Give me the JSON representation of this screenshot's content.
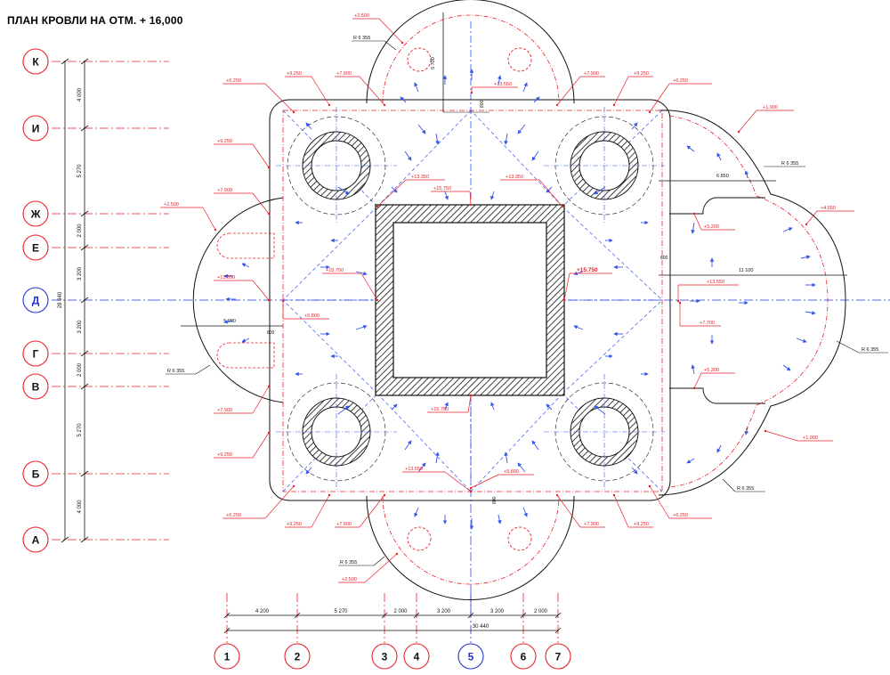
{
  "title": "ПЛАН КРОВЛИ НА ОТМ. + 16,000",
  "colors": {
    "axis_red": "#e8202a",
    "axis_blue": "#2233cc",
    "drain_blue": "#3355ee",
    "line": "#111111"
  },
  "row_axes": [
    {
      "label": "К",
      "highlight": false
    },
    {
      "label": "И",
      "highlight": false
    },
    {
      "label": "Ж",
      "highlight": false
    },
    {
      "label": "Е",
      "highlight": false
    },
    {
      "label": "Д",
      "highlight": true
    },
    {
      "label": "Г",
      "highlight": false
    },
    {
      "label": "В",
      "highlight": false
    },
    {
      "label": "Б",
      "highlight": false
    },
    {
      "label": "А",
      "highlight": false
    }
  ],
  "row_dims": [
    "4 000",
    "5 270",
    "2 000",
    "3 200",
    "3 200",
    "2 000",
    "5 270",
    "4 000"
  ],
  "row_total": "28 940",
  "col_axes": [
    {
      "label": "1",
      "highlight": false
    },
    {
      "label": "2",
      "highlight": false
    },
    {
      "label": "3",
      "highlight": false
    },
    {
      "label": "4",
      "highlight": false
    },
    {
      "label": "5",
      "highlight": true
    },
    {
      "label": "6",
      "highlight": false
    },
    {
      "label": "7",
      "highlight": false
    }
  ],
  "col_dims": [
    "4 200",
    "5 270",
    "2 000",
    "3 200",
    "3 200",
    "2 000"
  ],
  "col_total": "30 440",
  "dims": {
    "top_5700": "5 700",
    "top_800": "800",
    "right_6850": "6 850",
    "right_11100": "11 100",
    "right_800": "800",
    "left_5900": "5 900",
    "left_800": "800",
    "bottom_800": "800"
  },
  "radii": {
    "r_top": "R 6 355",
    "r_right_top": "R 6 355",
    "r_right_mid": "R 6 355",
    "r_right_bot": "R 6 355",
    "r_left": "R 6 355",
    "r_bottom": "R 6 355"
  },
  "levels": {
    "top_apse": "+2.500",
    "top_13550": "+13.550",
    "top_9250_l": "+9.250",
    "top_7900_l": "+7.900",
    "top_7900_r": "+7.900",
    "top_9250_r": "+9.250",
    "corner_6250_tl": "+6.250",
    "corner_6250_tr": "+6.250",
    "corner_6250_bl": "+6.250",
    "corner_6250_br": "+6.250",
    "left_9250": "+9.250",
    "left_7900": "+7.900",
    "left_2500": "+2.500",
    "left_13550": "+13.550",
    "left_5800": "+5.800",
    "left_7900_b": "+7.900",
    "left_9250_b": "+9.250",
    "drum_13350_l": "+13.350",
    "drum_13350_r": "+13.350",
    "drum_15750_t": "+15.750",
    "drum_15750_l": "+15.750",
    "drum_15750_r": "+15.750",
    "drum_15750_b": "+15.750",
    "right_1900_t": "+1.900",
    "right_4550": "+4.550",
    "right_5200_t": "+5.200",
    "right_13550": "+13.550",
    "right_7700": "+7.700",
    "right_5200_b": "+5.200",
    "right_1900_b": "+1.900",
    "bot_13550": "+13.550",
    "bot_5800": "+5.800",
    "bot_9250_l": "+9.250",
    "bot_7900_l": "+7.900",
    "bot_7900_r": "+7.900",
    "bot_9250_r": "+9.250",
    "bot_apse": "+2.500"
  }
}
